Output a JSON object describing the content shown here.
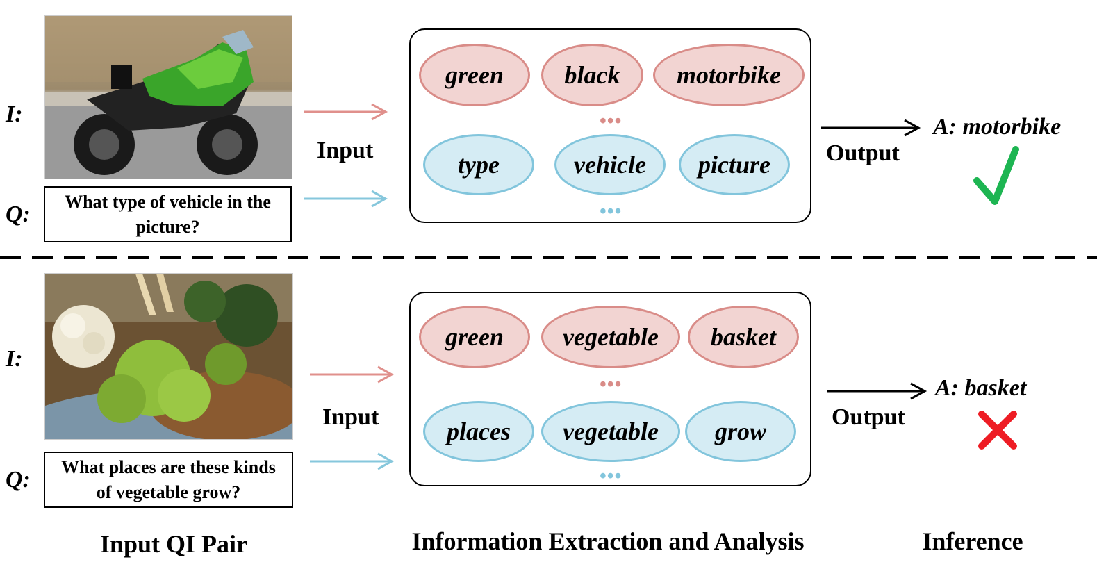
{
  "rows": [
    {
      "i_label": "I:",
      "q_label": "Q:",
      "question": "What type of vehicle in the picture?",
      "input_label": "Input",
      "top_words": [
        "green",
        "black",
        "motorbike"
      ],
      "bottom_words": [
        "type",
        "vehicle",
        "picture"
      ],
      "dots": "•••",
      "output_label": "Output",
      "answer": "A: motorbike",
      "result": "correct",
      "result_icon": "check-mark-icon"
    },
    {
      "i_label": "I:",
      "q_label": "Q:",
      "question": "What places are these kinds of vegetable grow?",
      "input_label": "Input",
      "top_words": [
        "green",
        "vegetable",
        "basket"
      ],
      "bottom_words": [
        "places",
        "vegetable",
        "grow"
      ],
      "dots": "•••",
      "output_label": "Output",
      "answer": "A: basket",
      "result": "wrong",
      "result_icon": "cross-mark-icon"
    }
  ],
  "captions": {
    "left": "Input QI Pair",
    "middle": "Information Extraction and Analysis",
    "right": "Inference"
  },
  "colors": {
    "image_arrow": "#e0908c",
    "question_arrow": "#86c7dc",
    "image_keyword_fill": "#f2d4d2",
    "question_keyword_fill": "#d5ecf4",
    "check": "#1db552",
    "cross": "#ee1c24"
  }
}
